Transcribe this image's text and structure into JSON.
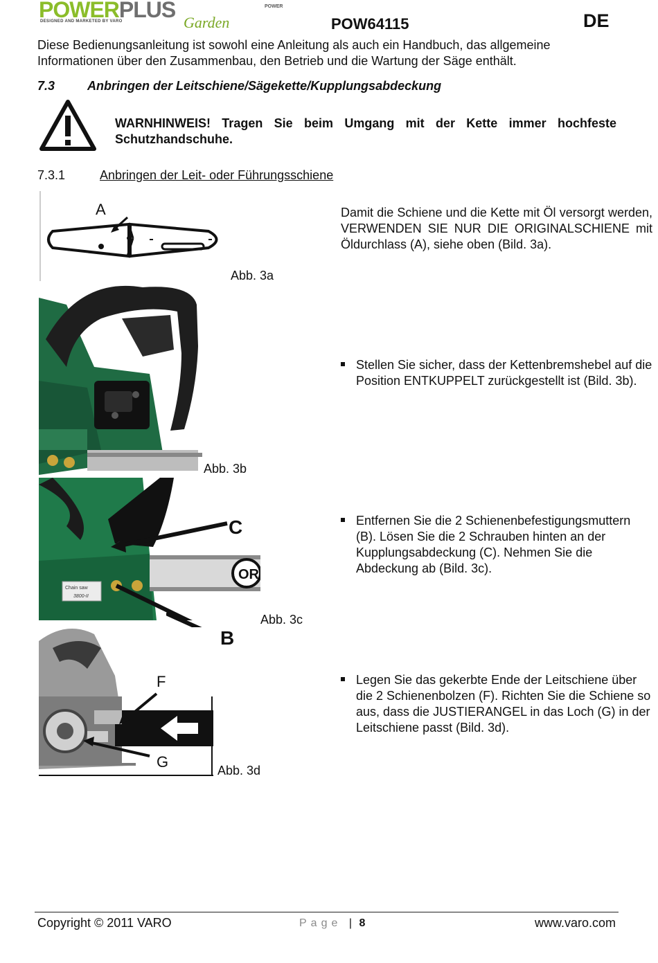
{
  "header": {
    "logo_power": "POWER",
    "logo_plus": "PLUS",
    "logo_garden": "Garden",
    "logo_sub": "DESIGNED AND MARKETED BY VARO",
    "logo_badge": "POWER",
    "model": "POW64115",
    "lang": "DE"
  },
  "intro": "Diese Bedienungsanleitung ist sowohl eine Anleitung als auch ein Handbuch, das allgemeine Informationen über den Zusammenbau, den Betrieb und die Wartung der Säge enthält.",
  "section": {
    "number": "7.3",
    "title": "Anbringen der Leitschiene/Sägekette/Kupplungsabdeckung"
  },
  "warning": "WARNHINWEIS! Tragen Sie beim Umgang mit der Kette immer hochfeste Schutzhandschuhe.",
  "subsection": {
    "number": "7.3.1",
    "title": "Anbringen der Leit- oder Führungsschiene"
  },
  "paragraph_a": "Damit die Schiene und die Kette mit Öl versorgt werden, VERWENDEN SIE NUR DIE ORIGINALSCHIENE mit Öldurchlass (A), siehe oben (Bild. 3a).",
  "bullets": [
    "Stellen Sie sicher, dass der Kettenbremshebel auf die Position ENTKUPPELT zurückgestellt ist (Bild. 3b).",
    "Entfernen Sie die 2 Schienenbefestigungsmuttern (B). Lösen Sie die 2 Schrauben hinten an der Kupplungsabdeckung (C). Nehmen Sie die Abdeckung ab (Bild. 3c).",
    "Legen Sie das gekerbte Ende der Leitschiene über die 2 Schienenbolzen (F). Richten Sie die Schiene so aus, dass die JUSTIERANGEL in das Loch (G) in der Leitschiene passt (Bild. 3d)."
  ],
  "figures": {
    "fig3a": {
      "caption": "Abb. 3a",
      "label_a": "A"
    },
    "fig3b": {
      "caption": "Abb. 3b"
    },
    "fig3c": {
      "caption": "Abb. 3c",
      "label_c": "C",
      "label_b": "B",
      "label_chainsaw": "Chain saw",
      "label_model": "3800-II",
      "label_bar": "OR"
    },
    "fig3d": {
      "caption": "Abb. 3d",
      "label_f": "F",
      "label_g": "G"
    }
  },
  "footer": {
    "copyright": "Copyright © 2011 VARO",
    "page_word": "Page",
    "separator": "|",
    "page_number": "8",
    "website": "www.varo.com"
  }
}
